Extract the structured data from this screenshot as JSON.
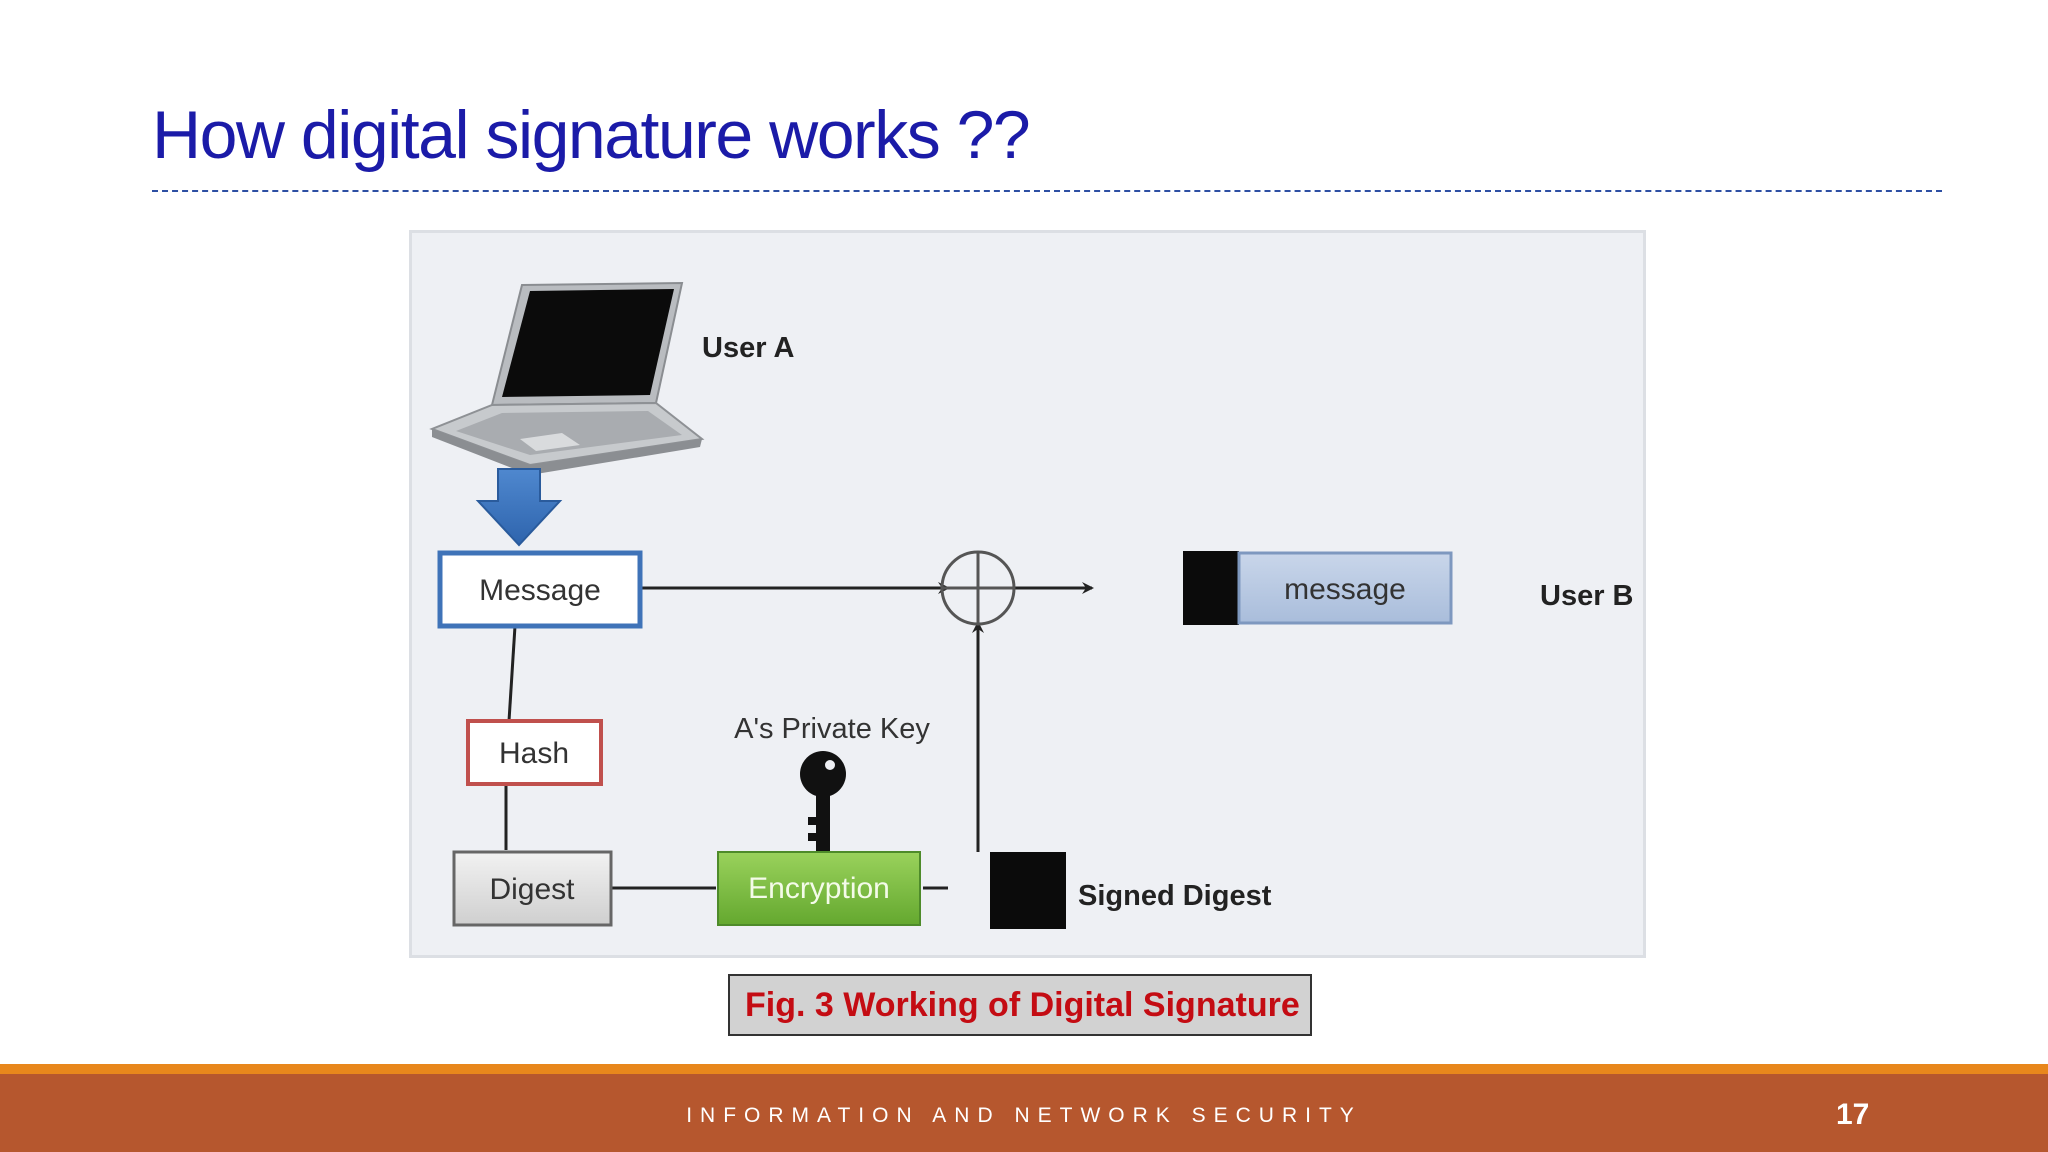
{
  "slide": {
    "title": "How digital signature works ??",
    "footer_text": "INFORMATION AND NETWORK SECURITY",
    "page_number": "17"
  },
  "diagram": {
    "user_a_label": "User A",
    "user_b_label": "User B",
    "message_label": "Message",
    "hash_label": "Hash",
    "digest_label": "Digest",
    "private_key_label": "A's Private Key",
    "encryption_label": "Encryption",
    "signed_digest_label": "Signed Digest",
    "output_message_label": "message",
    "laptop_icon": "laptop-icon",
    "key_icon": "key-icon",
    "xor_symbol": "circle-plus-icon"
  },
  "figure_caption": "Fig. 3 Working of Digital Signature",
  "colors": {
    "title": "#1b1ba8",
    "caption_text": "#c40c13",
    "footer_bar": "#b6572e",
    "footer_accent": "#e8871c",
    "encryption_box": "#7dc241",
    "message_box_border": "#3f73b8",
    "hash_box_border": "#c0504d"
  }
}
